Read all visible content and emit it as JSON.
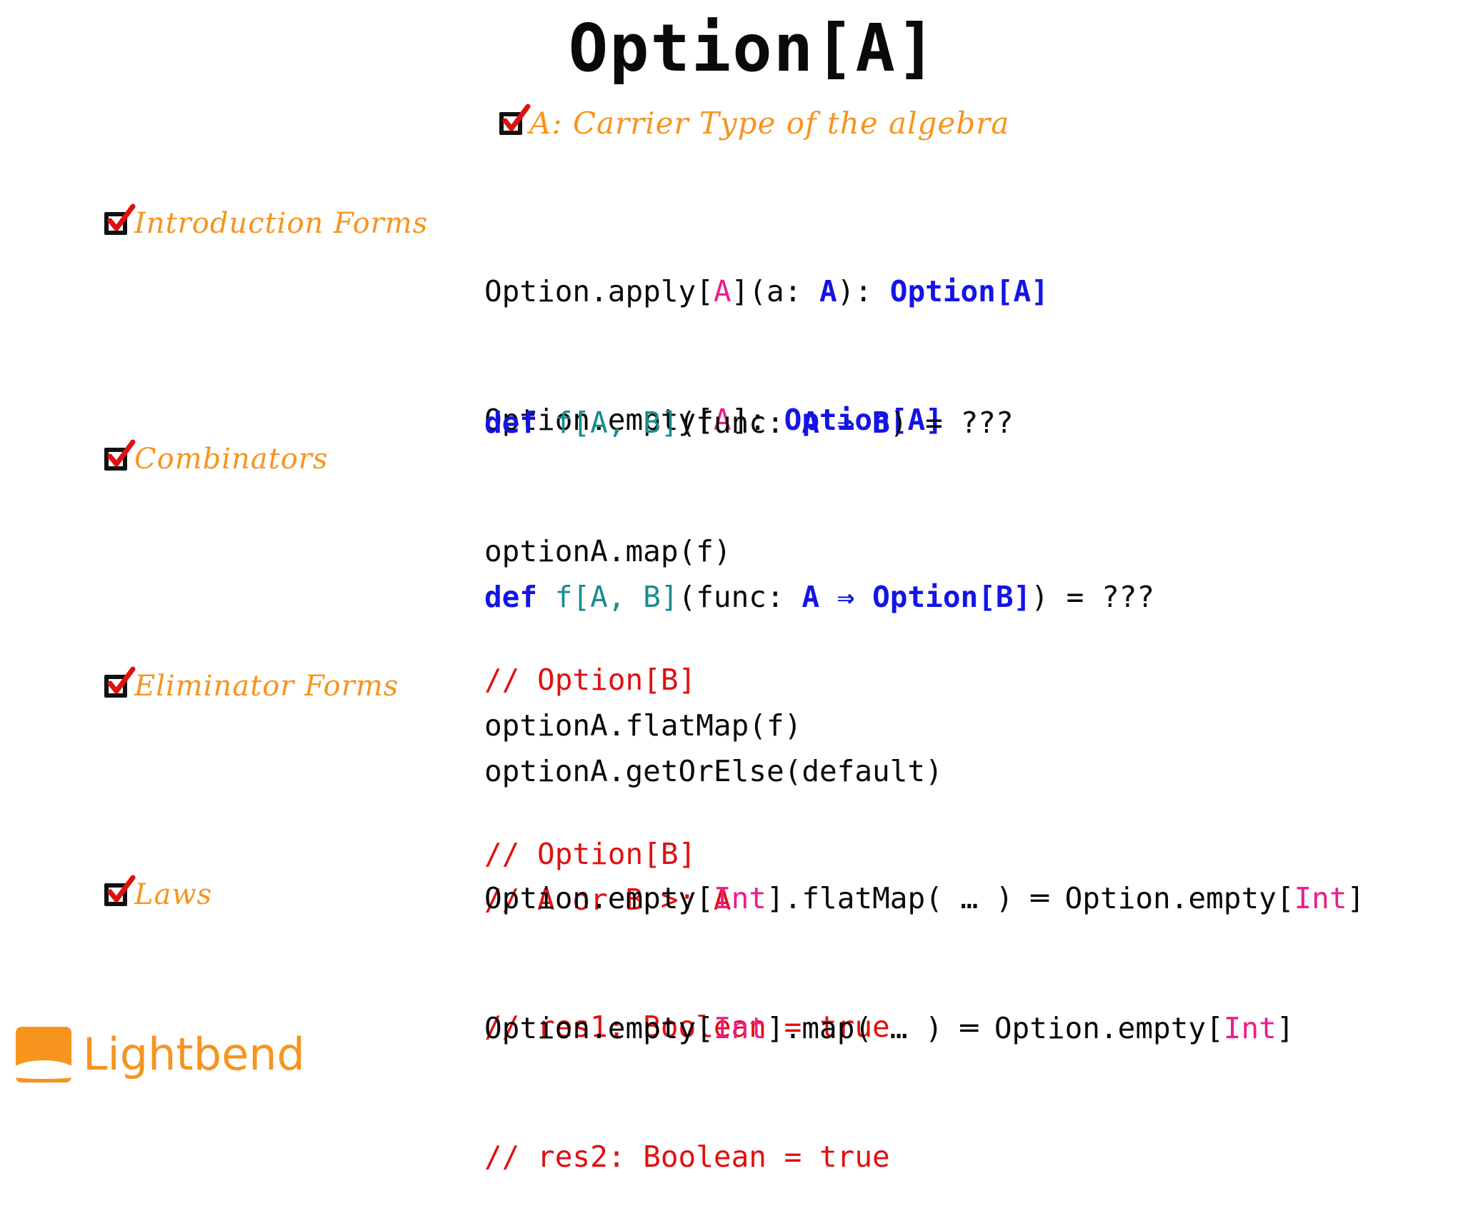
{
  "slide": {
    "title": "Option[A]",
    "background_color": "#ffffff"
  },
  "colors": {
    "accent_orange": "#f7941e",
    "check_red": "#e01010",
    "type_pink": "#ec1c8c",
    "keyword_blue": "#1414e6",
    "tparam_teal": "#1b8c8c",
    "comment_red": "#e01010",
    "text_black": "#0a0a0a"
  },
  "carrier_note": {
    "checkbox_icon": "checkbox-checked-icon",
    "label": "A: Carrier Type of the algebra"
  },
  "sections": [
    {
      "checkbox_icon": "checkbox-checked-icon",
      "label": "Introduction Forms"
    },
    {
      "checkbox_icon": "checkbox-checked-icon",
      "label": "Combinators"
    },
    {
      "checkbox_icon": "checkbox-checked-icon",
      "label": "Eliminator Forms"
    },
    {
      "checkbox_icon": "checkbox-checked-icon",
      "label": "Laws"
    }
  ],
  "code": {
    "intro": {
      "line1": {
        "p1": "Option.apply[",
        "tp1": "A",
        "p2": "](a: ",
        "bt1": "A",
        "p3": "): ",
        "bt2": "Option[A]"
      },
      "line2": {
        "p1": "Option.empty[",
        "tp1": "A",
        "p2": "]: ",
        "bt1": "Option[A]"
      }
    },
    "map_block": {
      "sig_kw": "def",
      "sig_space": " ",
      "sig_tparams": "f[A, B]",
      "sig_mid": "(func: ",
      "sig_type": "A ⇒ B",
      "sig_tail": ") = ???",
      "call": "optionA.map(f)",
      "comment": "// Option[B]"
    },
    "flatmap_block": {
      "sig_kw": "def",
      "sig_space": " ",
      "sig_tparams": "f[A, B]",
      "sig_mid": "(func: ",
      "sig_type": "A ⇒ Option[B]",
      "sig_tail": ") = ???",
      "call": "optionA.flatMap(f)",
      "comment": "// Option[B]"
    },
    "eliminator_block": {
      "call": "optionA.getOrElse(default)",
      "comment": "// A or B >: A"
    },
    "law1": {
      "p1": "Option.empty[",
      "tp1": "Int",
      "p2": "].flatMap( … ) ",
      "eq": "═",
      "p3": " Option.empty[",
      "tp2": "Int",
      "p4": "]",
      "comment": "// res1: Boolean = true"
    },
    "law2": {
      "p1": "Option.empty[",
      "tp1": "Int",
      "p2": "].map( … ) ",
      "eq": "═",
      "p3": " Option.empty[",
      "tp2": "Int",
      "p4": "]",
      "comment": "// res2: Boolean = true"
    }
  },
  "footer": {
    "logo_mark_icon": "lightbend-logo-icon",
    "brand": "Lightbend"
  }
}
